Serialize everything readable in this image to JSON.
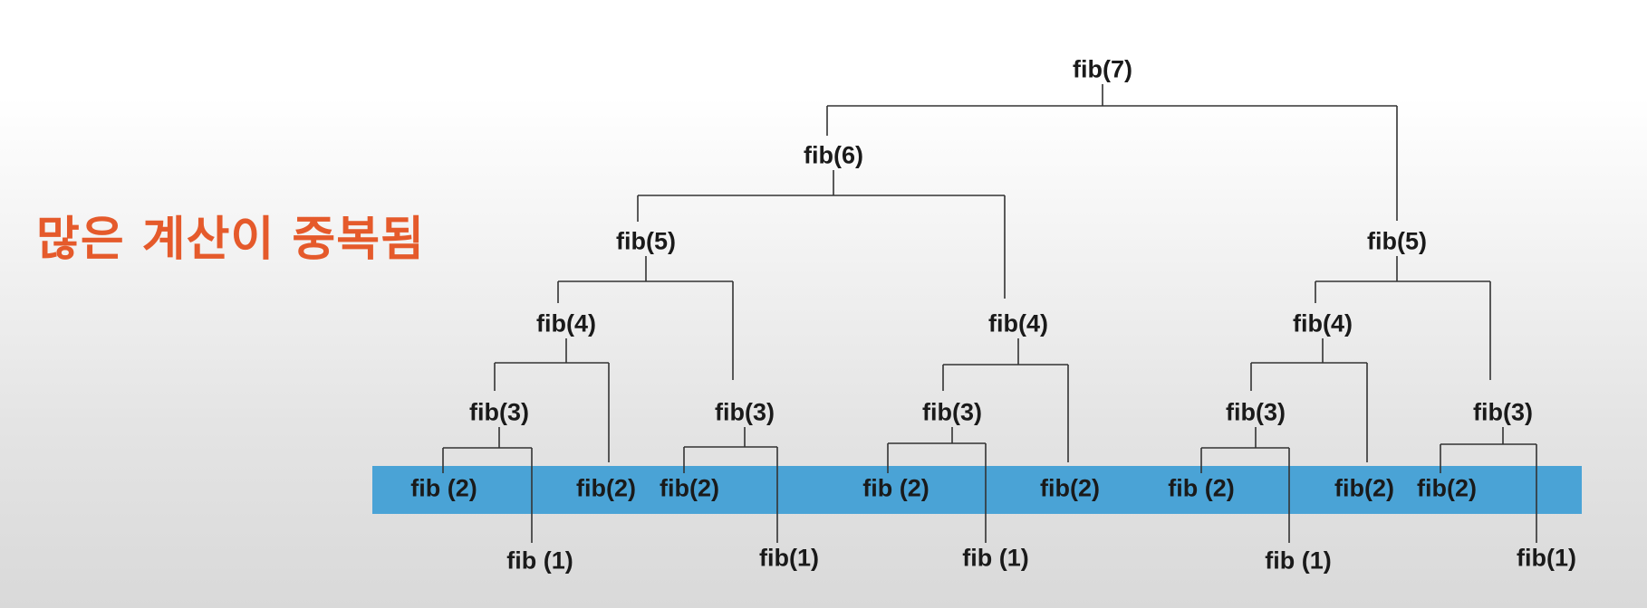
{
  "heading": "많은 계산이 중복됨",
  "colors": {
    "heading": "#e55a2b",
    "band": "#4aa3d6",
    "line": "#333333"
  },
  "nodes": [
    {
      "id": "n7",
      "label": "fib(7)"
    },
    {
      "id": "n6",
      "label": "fib(6)"
    },
    {
      "id": "n5a",
      "label": "fib(5)"
    },
    {
      "id": "n5b",
      "label": "fib(5)"
    },
    {
      "id": "n4a",
      "label": "fib(4)"
    },
    {
      "id": "n4b",
      "label": "fib(4)"
    },
    {
      "id": "n4c",
      "label": "fib(4)"
    },
    {
      "id": "n3a",
      "label": "fib(3)"
    },
    {
      "id": "n3b",
      "label": "fib(3)"
    },
    {
      "id": "n3c",
      "label": "fib(3)"
    },
    {
      "id": "n3d",
      "label": "fib(3)"
    },
    {
      "id": "n3e",
      "label": "fib(3)"
    },
    {
      "id": "n2a",
      "label": "fib (2)"
    },
    {
      "id": "n2b",
      "label": "fib(2)"
    },
    {
      "id": "n2c",
      "label": "fib(2)"
    },
    {
      "id": "n2d",
      "label": "fib (2)"
    },
    {
      "id": "n2e",
      "label": "fib(2)"
    },
    {
      "id": "n2f",
      "label": "fib (2)"
    },
    {
      "id": "n2g",
      "label": "fib(2)"
    },
    {
      "id": "n2h",
      "label": "fib(2)"
    },
    {
      "id": "n1a",
      "label": "fib (1)"
    },
    {
      "id": "n1b",
      "label": "fib(1)"
    },
    {
      "id": "n1c",
      "label": "fib (1)"
    },
    {
      "id": "n1d",
      "label": "fib (1)"
    },
    {
      "id": "n1e",
      "label": "fib(1)"
    }
  ],
  "edges": [
    [
      "n7",
      "n6"
    ],
    [
      "n7",
      "n5b"
    ],
    [
      "n6",
      "n5a"
    ],
    [
      "n6",
      "n4b"
    ],
    [
      "n5a",
      "n4a"
    ],
    [
      "n5a",
      "n3b"
    ],
    [
      "n4a",
      "n3a"
    ],
    [
      "n4a",
      "n2b"
    ],
    [
      "n3a",
      "n2a"
    ],
    [
      "n3a",
      "n1a"
    ],
    [
      "n3b",
      "n2c"
    ],
    [
      "n3b",
      "n1b"
    ],
    [
      "n4b",
      "n3c"
    ],
    [
      "n4b",
      "n2e"
    ],
    [
      "n3c",
      "n2d"
    ],
    [
      "n3c",
      "n1c"
    ],
    [
      "n5b",
      "n4c"
    ],
    [
      "n5b",
      "n3e"
    ],
    [
      "n4c",
      "n3d"
    ],
    [
      "n4c",
      "n2g"
    ],
    [
      "n3d",
      "n2f"
    ],
    [
      "n3d",
      "n1d"
    ],
    [
      "n3e",
      "n2h"
    ],
    [
      "n3e",
      "n1e"
    ]
  ]
}
